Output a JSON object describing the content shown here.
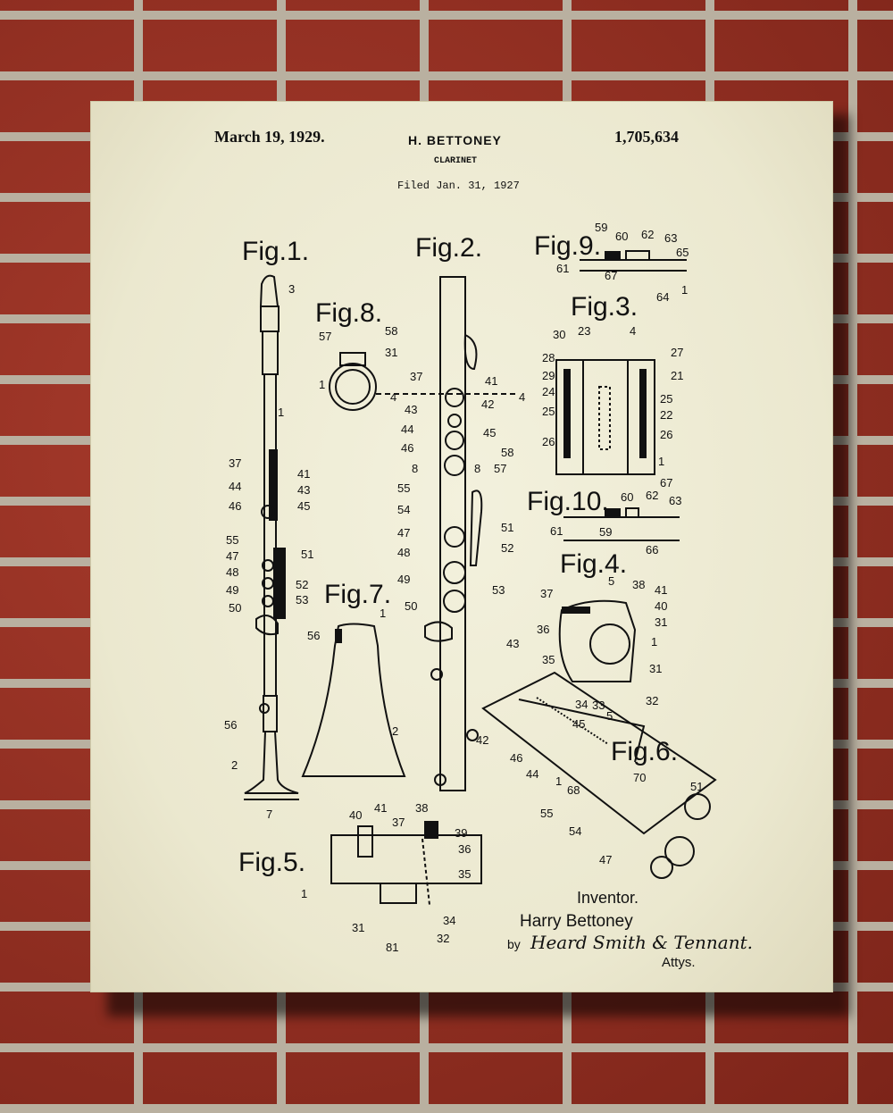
{
  "header": {
    "date": "March 19, 1929.",
    "inventor_name": "H. BETTONEY",
    "title": "CLARINET",
    "patent_number": "1,705,634",
    "filed": "Filed Jan. 31, 1927"
  },
  "figures": {
    "fig1": "Fig.1.",
    "fig2": "Fig.2.",
    "fig3": "Fig.3.",
    "fig4": "Fig.4.",
    "fig5": "Fig.5.",
    "fig6": "Fig.6.",
    "fig7": "Fig.7.",
    "fig8": "Fig.8.",
    "fig9": "Fig.9.",
    "fig10": "Fig.10."
  },
  "signature": {
    "inventor_label": "Inventor.",
    "inventor": "Harry Bettoney",
    "by": "by",
    "attorneys_script": "Heard Smith & Tennant.",
    "attorneys_label": "Attys."
  },
  "reference_numerals": {
    "fig1": [
      "3",
      "1",
      "37",
      "41",
      "44",
      "43",
      "46",
      "45",
      "55",
      "51",
      "47",
      "48",
      "52",
      "49",
      "53",
      "50",
      "56",
      "2",
      "7"
    ],
    "fig2": [
      "37",
      "41",
      "4",
      "4",
      "43",
      "42",
      "44",
      "45",
      "46",
      "58",
      "8",
      "8",
      "57",
      "55",
      "54",
      "51",
      "47",
      "52",
      "48",
      "49",
      "53",
      "50"
    ],
    "fig3": [
      "30",
      "23",
      "4",
      "27",
      "28",
      "21",
      "29",
      "24",
      "25",
      "22",
      "25",
      "26",
      "26",
      "1"
    ],
    "fig4": [
      "5",
      "38",
      "41",
      "37",
      "40",
      "31",
      "36",
      "1",
      "35",
      "31",
      "34",
      "32",
      "33",
      "5"
    ],
    "fig5": [
      "40",
      "41",
      "37",
      "38",
      "39",
      "36",
      "35",
      "1",
      "34",
      "31",
      "32",
      "81"
    ],
    "fig6": [
      "43",
      "42",
      "45",
      "46",
      "44",
      "1",
      "68",
      "70",
      "55",
      "54",
      "47",
      "51"
    ],
    "fig7": [
      "1",
      "56",
      "2"
    ],
    "fig8": [
      "57",
      "58",
      "31",
      "1"
    ],
    "fig9": [
      "59",
      "60",
      "62",
      "63",
      "65",
      "61",
      "67",
      "64",
      "1"
    ],
    "fig10": [
      "67",
      "60",
      "62",
      "63",
      "61",
      "59",
      "66"
    ]
  }
}
